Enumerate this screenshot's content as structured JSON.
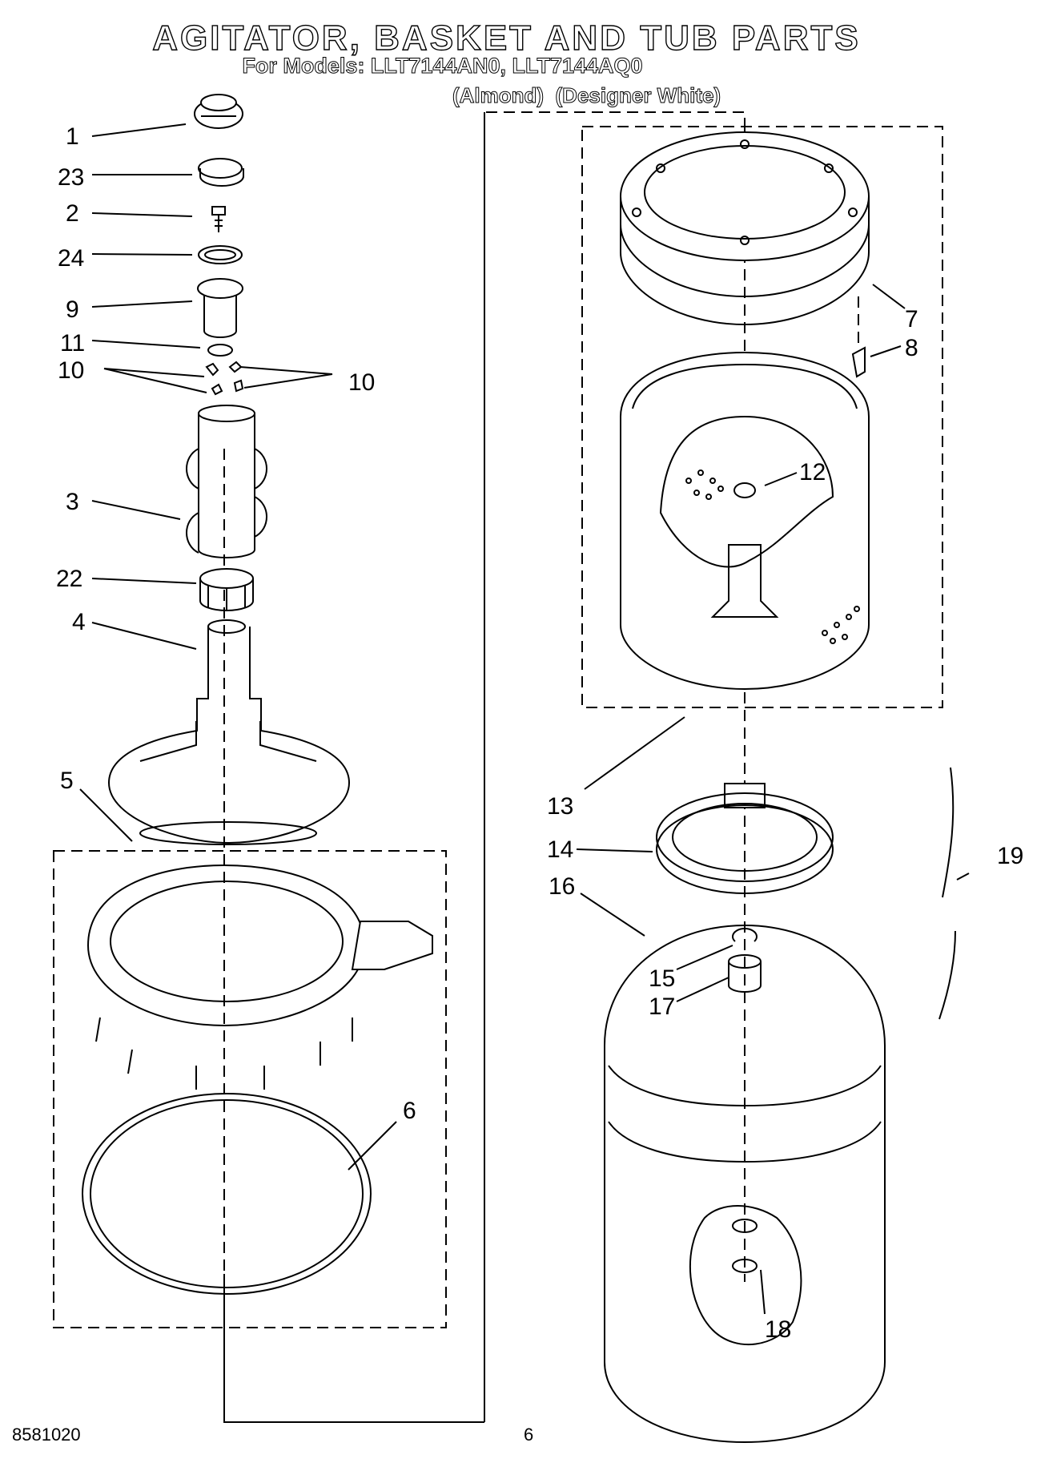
{
  "header": {
    "title": "AGITATOR, BASKET AND TUB PARTS",
    "models": "For Models: LLT7144AN0, LLT7144AQ0",
    "colors": "(Almond)  (Designer White)"
  },
  "callouts": [
    "1",
    "23",
    "2",
    "24",
    "9",
    "11",
    "10",
    "10",
    "3",
    "22",
    "4",
    "5",
    "6",
    "7",
    "8",
    "12",
    "13",
    "14",
    "16",
    "15",
    "17",
    "19",
    "18"
  ],
  "footer": {
    "doc_number": "8581020",
    "page_number": "6"
  }
}
